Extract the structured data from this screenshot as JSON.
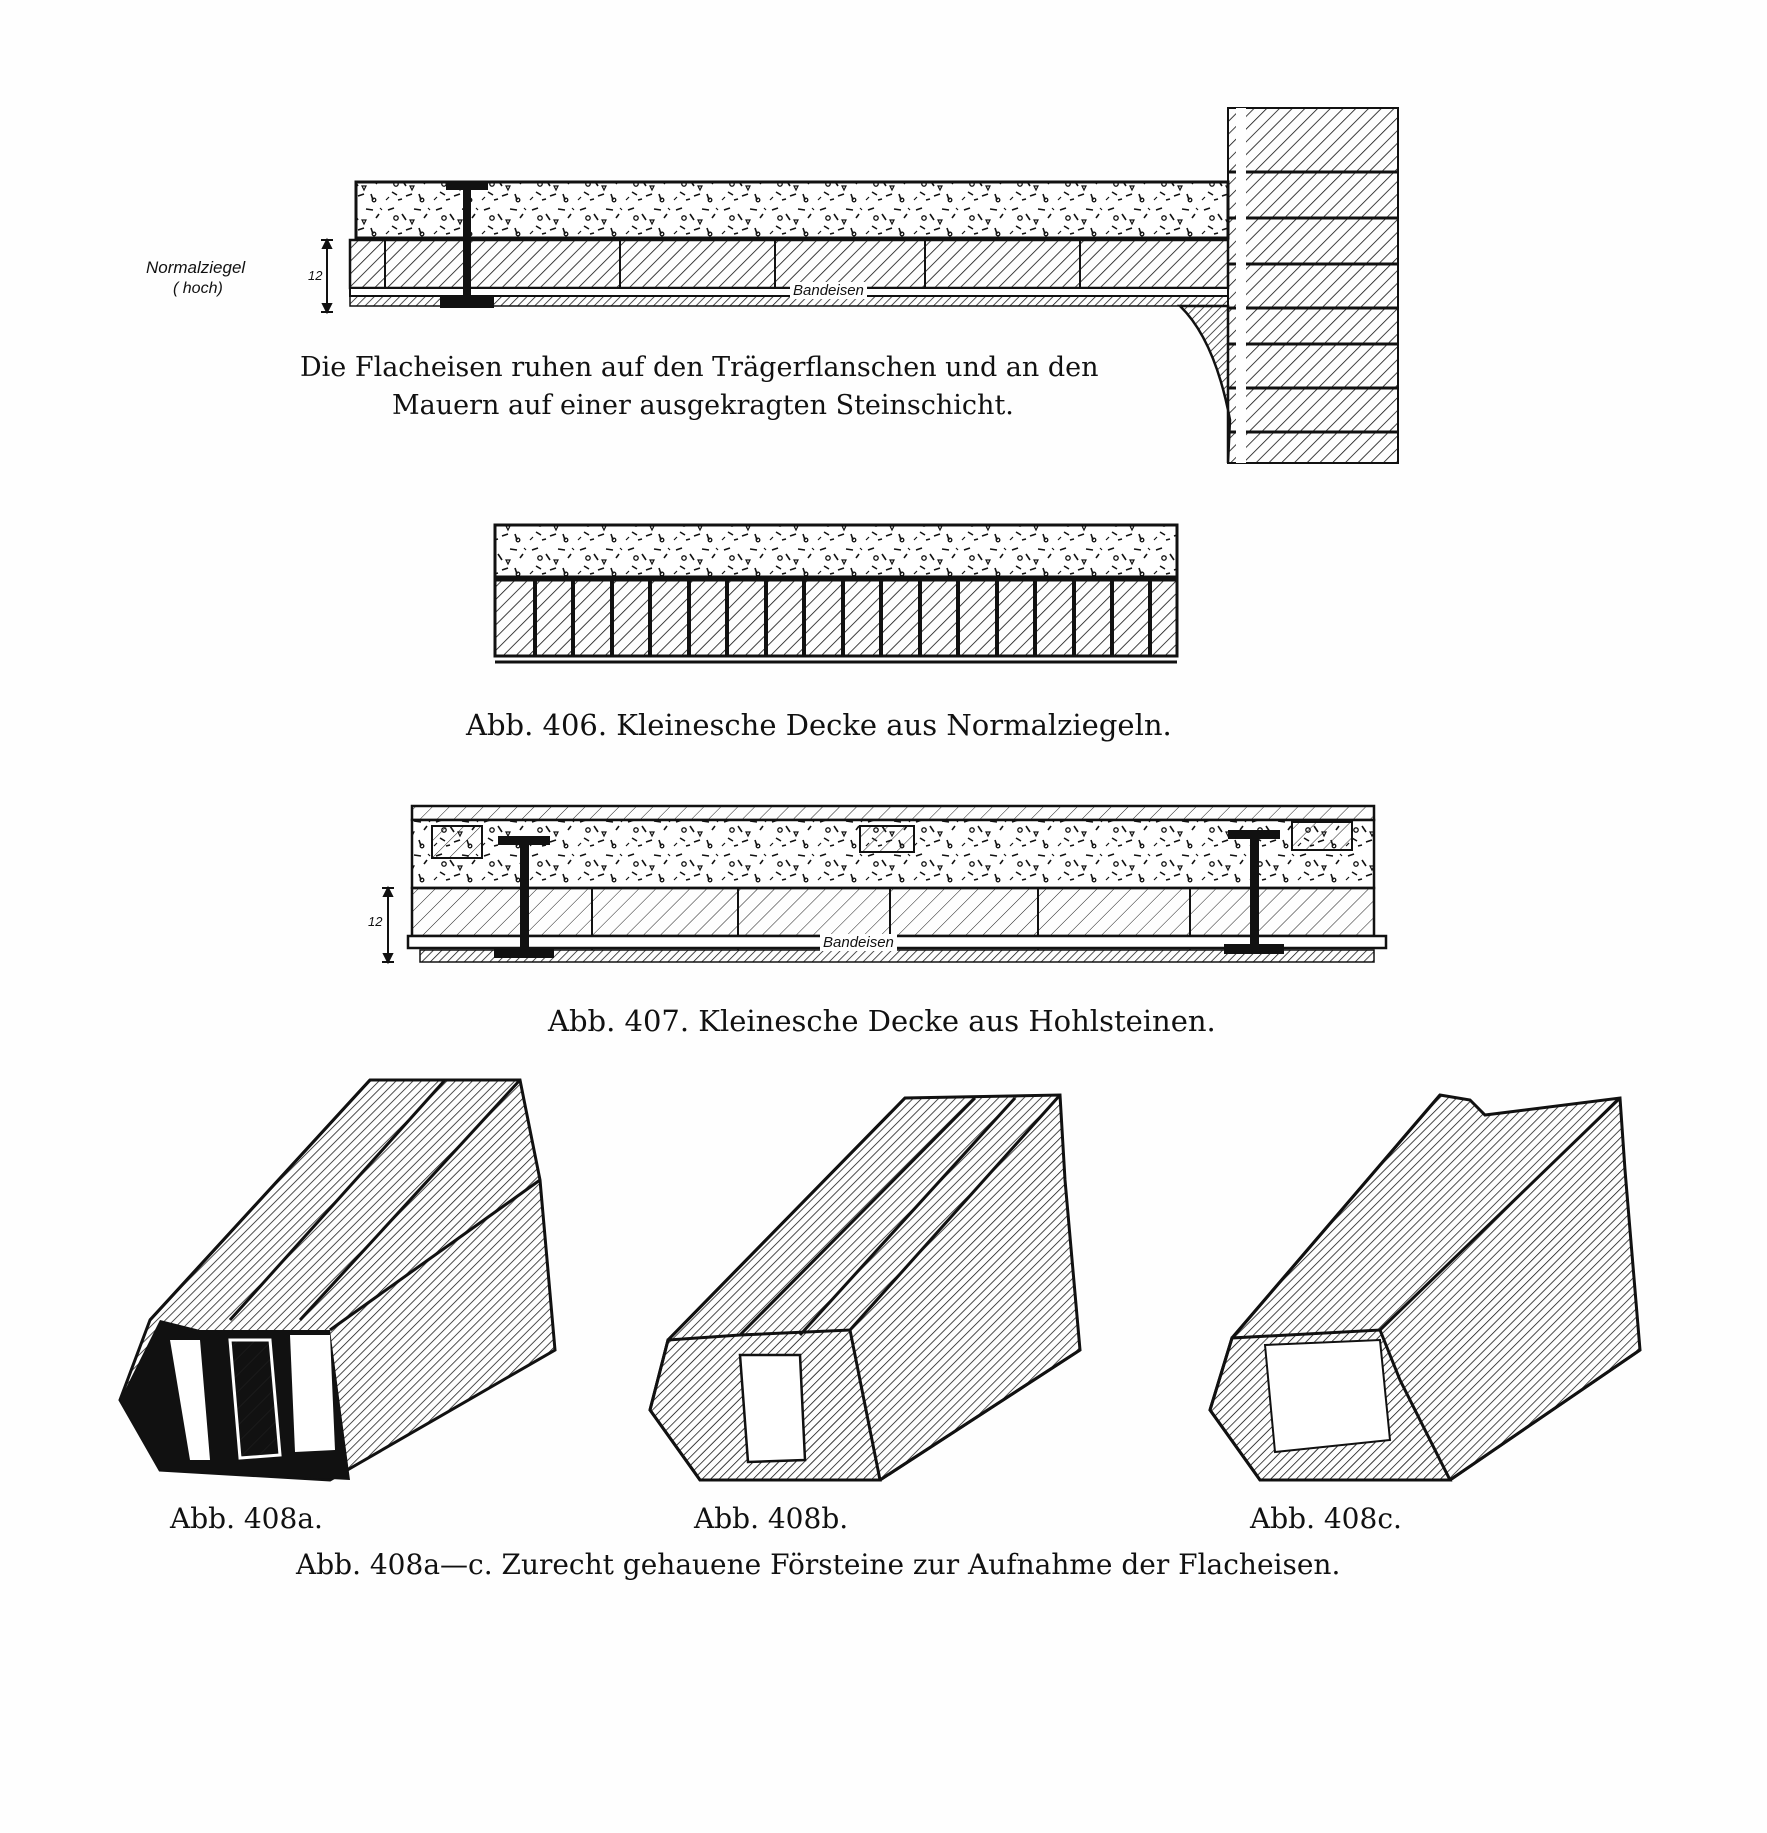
{
  "fig405": {
    "label_normalziegel": "Normalziegel",
    "label_hoch": "( hoch)",
    "dim_12": "12",
    "bandeisen": "Bandeisen",
    "caption_line1": "Die Flacheisen ruhen auf den Trägerflanschen und an den",
    "caption_line2": "Mauern auf einer ausgekragten Steinschicht."
  },
  "fig406": {
    "caption": "Abb. 406.  Kleinesche Decke aus Normalziegeln."
  },
  "fig407": {
    "dim_12": "12",
    "bandeisen": "Bandeisen",
    "caption": "Abb. 407.  Kleinesche Decke aus Hohlsteinen."
  },
  "fig408": {
    "label_a": "Abb. 408a.",
    "label_b": "Abb. 408b.",
    "label_c": "Abb. 408c.",
    "caption": "Abb. 408a—c.  Zurecht gehauene Försteine zur Aufnahme der Flacheisen."
  }
}
